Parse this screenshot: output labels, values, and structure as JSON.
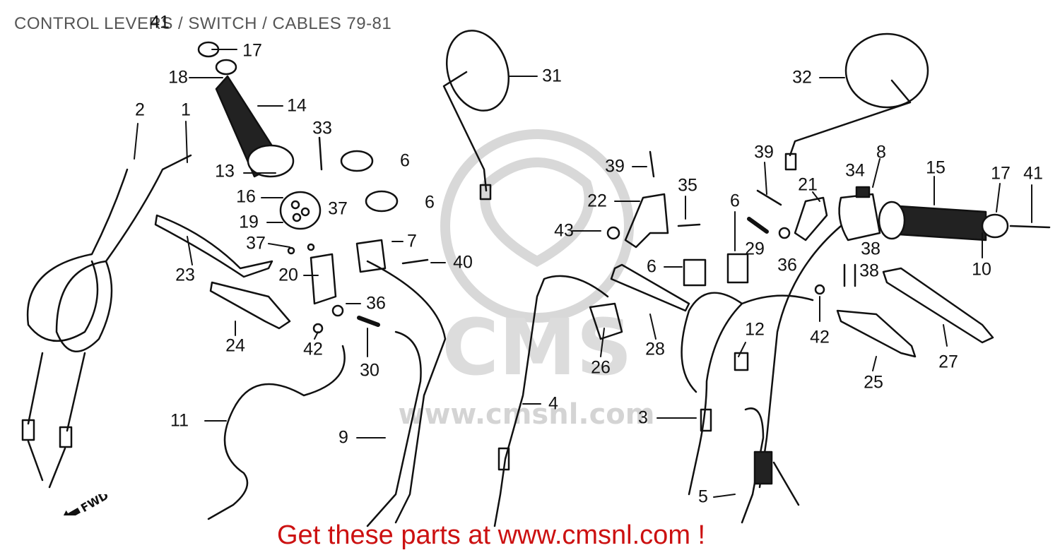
{
  "title": "CONTROL LEVERS / SWITCH /  CABLES 79-81",
  "watermark": "www.cmsnl.com",
  "watermark_logo_text": "CMS",
  "banner": "Get these parts at www.cmsnl.com !",
  "fwd_label": "FWD",
  "colors": {
    "ink": "#111111",
    "banner": "#cc1111",
    "title": "#555555",
    "watermark": "#d0d0d0"
  },
  "callouts": [
    {
      "id": "c41a",
      "label": "41"
    },
    {
      "id": "c17a",
      "label": "17"
    },
    {
      "id": "c18",
      "label": "18"
    },
    {
      "id": "c14",
      "label": "14"
    },
    {
      "id": "c2",
      "label": "2"
    },
    {
      "id": "c1",
      "label": "1"
    },
    {
      "id": "c33",
      "label": "33"
    },
    {
      "id": "c6a",
      "label": "6"
    },
    {
      "id": "c13",
      "label": "13"
    },
    {
      "id": "c16",
      "label": "16"
    },
    {
      "id": "c6b",
      "label": "6"
    },
    {
      "id": "c37a",
      "label": "37"
    },
    {
      "id": "c19",
      "label": "19"
    },
    {
      "id": "c37b",
      "label": "37"
    },
    {
      "id": "c7",
      "label": "7"
    },
    {
      "id": "c23",
      "label": "23"
    },
    {
      "id": "c20",
      "label": "20"
    },
    {
      "id": "c40",
      "label": "40"
    },
    {
      "id": "c36a",
      "label": "36"
    },
    {
      "id": "c24",
      "label": "24"
    },
    {
      "id": "c42a",
      "label": "42"
    },
    {
      "id": "c30",
      "label": "30"
    },
    {
      "id": "c11",
      "label": "11"
    },
    {
      "id": "c9",
      "label": "9"
    },
    {
      "id": "c31",
      "label": "31"
    },
    {
      "id": "c39a",
      "label": "39"
    },
    {
      "id": "c22",
      "label": "22"
    },
    {
      "id": "c35",
      "label": "35"
    },
    {
      "id": "c43",
      "label": "43"
    },
    {
      "id": "c6c",
      "label": "6"
    },
    {
      "id": "c26",
      "label": "26"
    },
    {
      "id": "c28",
      "label": "28"
    },
    {
      "id": "c4",
      "label": "4"
    },
    {
      "id": "c32",
      "label": "32"
    },
    {
      "id": "c39b",
      "label": "39"
    },
    {
      "id": "c8",
      "label": "8"
    },
    {
      "id": "c34",
      "label": "34"
    },
    {
      "id": "c21",
      "label": "21"
    },
    {
      "id": "c15",
      "label": "15"
    },
    {
      "id": "c17b",
      "label": "17"
    },
    {
      "id": "c41b",
      "label": "41"
    },
    {
      "id": "c6d",
      "label": "6"
    },
    {
      "id": "c29",
      "label": "29"
    },
    {
      "id": "c36b",
      "label": "36"
    },
    {
      "id": "c38a",
      "label": "38"
    },
    {
      "id": "c38b",
      "label": "38"
    },
    {
      "id": "c10",
      "label": "10"
    },
    {
      "id": "c42b",
      "label": "42"
    },
    {
      "id": "c12",
      "label": "12"
    },
    {
      "id": "c27",
      "label": "27"
    },
    {
      "id": "c25",
      "label": "25"
    },
    {
      "id": "c3",
      "label": "3"
    },
    {
      "id": "c5",
      "label": "5"
    }
  ]
}
